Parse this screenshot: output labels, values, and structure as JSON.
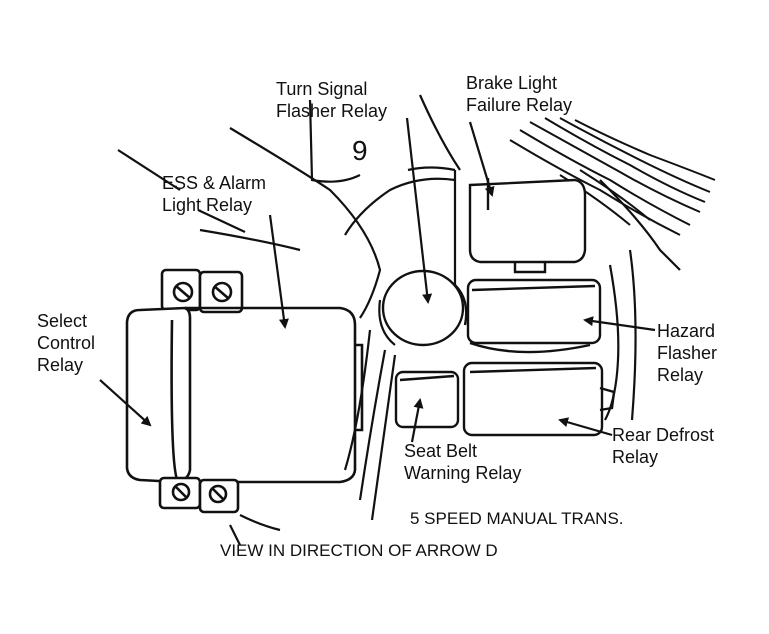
{
  "labels": {
    "turn_signal": [
      "Turn Signal",
      "Flasher Relay"
    ],
    "brake_light": [
      "Brake Light",
      "Failure Relay"
    ],
    "ess_alarm": [
      "ESS & Alarm",
      "Light Relay"
    ],
    "select_control": [
      "Select",
      "Control",
      "Relay"
    ],
    "hazard_flasher": [
      "Hazard",
      "Flasher",
      "Relay"
    ],
    "rear_defrost": [
      "Rear Defrost",
      "Relay"
    ],
    "seat_belt": [
      "Seat Belt",
      "Warning Relay"
    ],
    "fuse_number": "9"
  },
  "caption_trans": "5 SPEED MANUAL TRANS.",
  "caption_view": "VIEW IN DIRECTION OF ARROW D"
}
